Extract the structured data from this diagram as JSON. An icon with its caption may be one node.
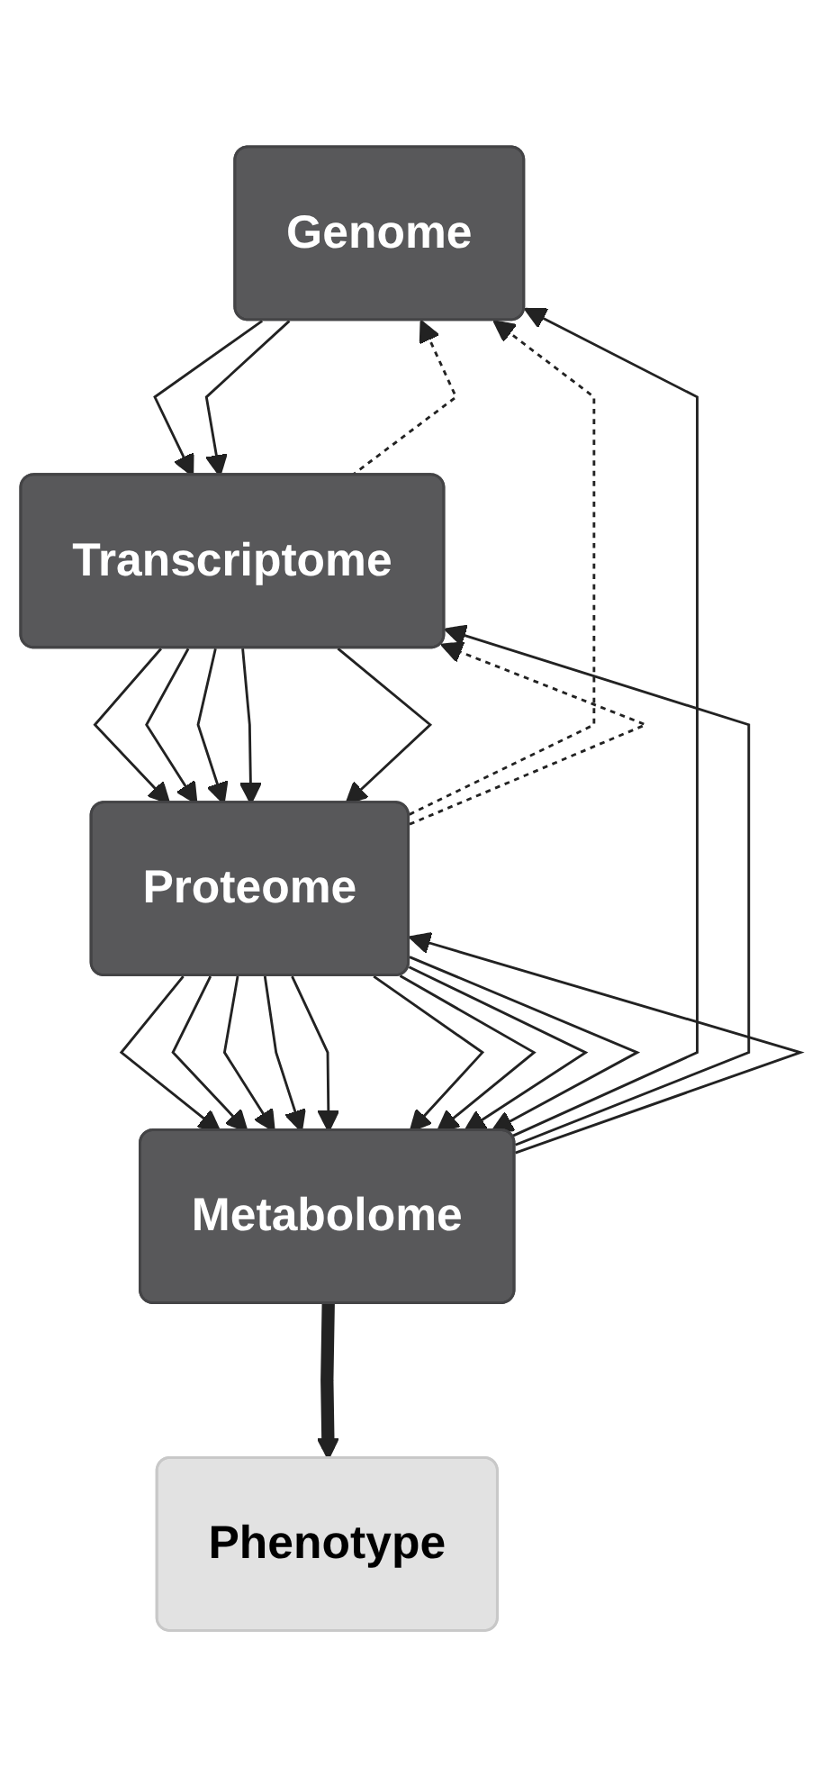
{
  "diagram": {
    "nodes": [
      {
        "text": [
          "Genome"
        ]
      },
      {
        "text": [
          "Transcriptome"
        ]
      },
      {
        "text": [
          "Proteome"
        ]
      },
      {
        "text": [
          "Metabolome"
        ]
      },
      {
        "text": [
          "Phenotype"
        ]
      }
    ],
    "edges": [
      {
        "from": 0,
        "to": 1,
        "arrow": "to"
      },
      {
        "from": 0,
        "to": 1,
        "arrow": "to"
      },
      {
        "from": 1,
        "to": 2,
        "arrow": "to"
      },
      {
        "from": 1,
        "to": 2,
        "arrow": "to"
      },
      {
        "from": 1,
        "to": 2,
        "arrow": "to"
      },
      {
        "from": 1,
        "to": 2,
        "arrow": "to"
      },
      {
        "from": 1,
        "to": 2,
        "arrow": "to"
      },
      {
        "from": 2,
        "to": 3,
        "arrow": "to"
      },
      {
        "from": 2,
        "to": 3,
        "arrow": "to"
      },
      {
        "from": 2,
        "to": 3,
        "arrow": "to"
      },
      {
        "from": 2,
        "to": 3,
        "arrow": "to"
      },
      {
        "from": 2,
        "to": 3,
        "arrow": "to"
      },
      {
        "from": 2,
        "to": 3,
        "arrow": "to"
      },
      {
        "from": 2,
        "to": 3,
        "arrow": "to"
      },
      {
        "from": 2,
        "to": 3,
        "arrow": "to"
      },
      {
        "from": 2,
        "to": 3,
        "arrow": "to"
      },
      {
        "from": 3,
        "to": 4,
        "arrow": "to",
        "style": "thick"
      },
      {
        "from": 2,
        "to": 0,
        "arrow": "to",
        "style": "dashed"
      },
      {
        "from": 3,
        "to": 0,
        "arrow": "to"
      },
      {
        "from": 1,
        "to": 0,
        "arrow": "to",
        "style": "dashed"
      },
      {
        "from": 3,
        "to": 1,
        "arrow": "to"
      },
      {
        "from": 2,
        "to": 1,
        "arrow": "to",
        "style": "dashed"
      },
      {
        "from": 3,
        "to": 2,
        "arrow": "to"
      }
    ]
  }
}
